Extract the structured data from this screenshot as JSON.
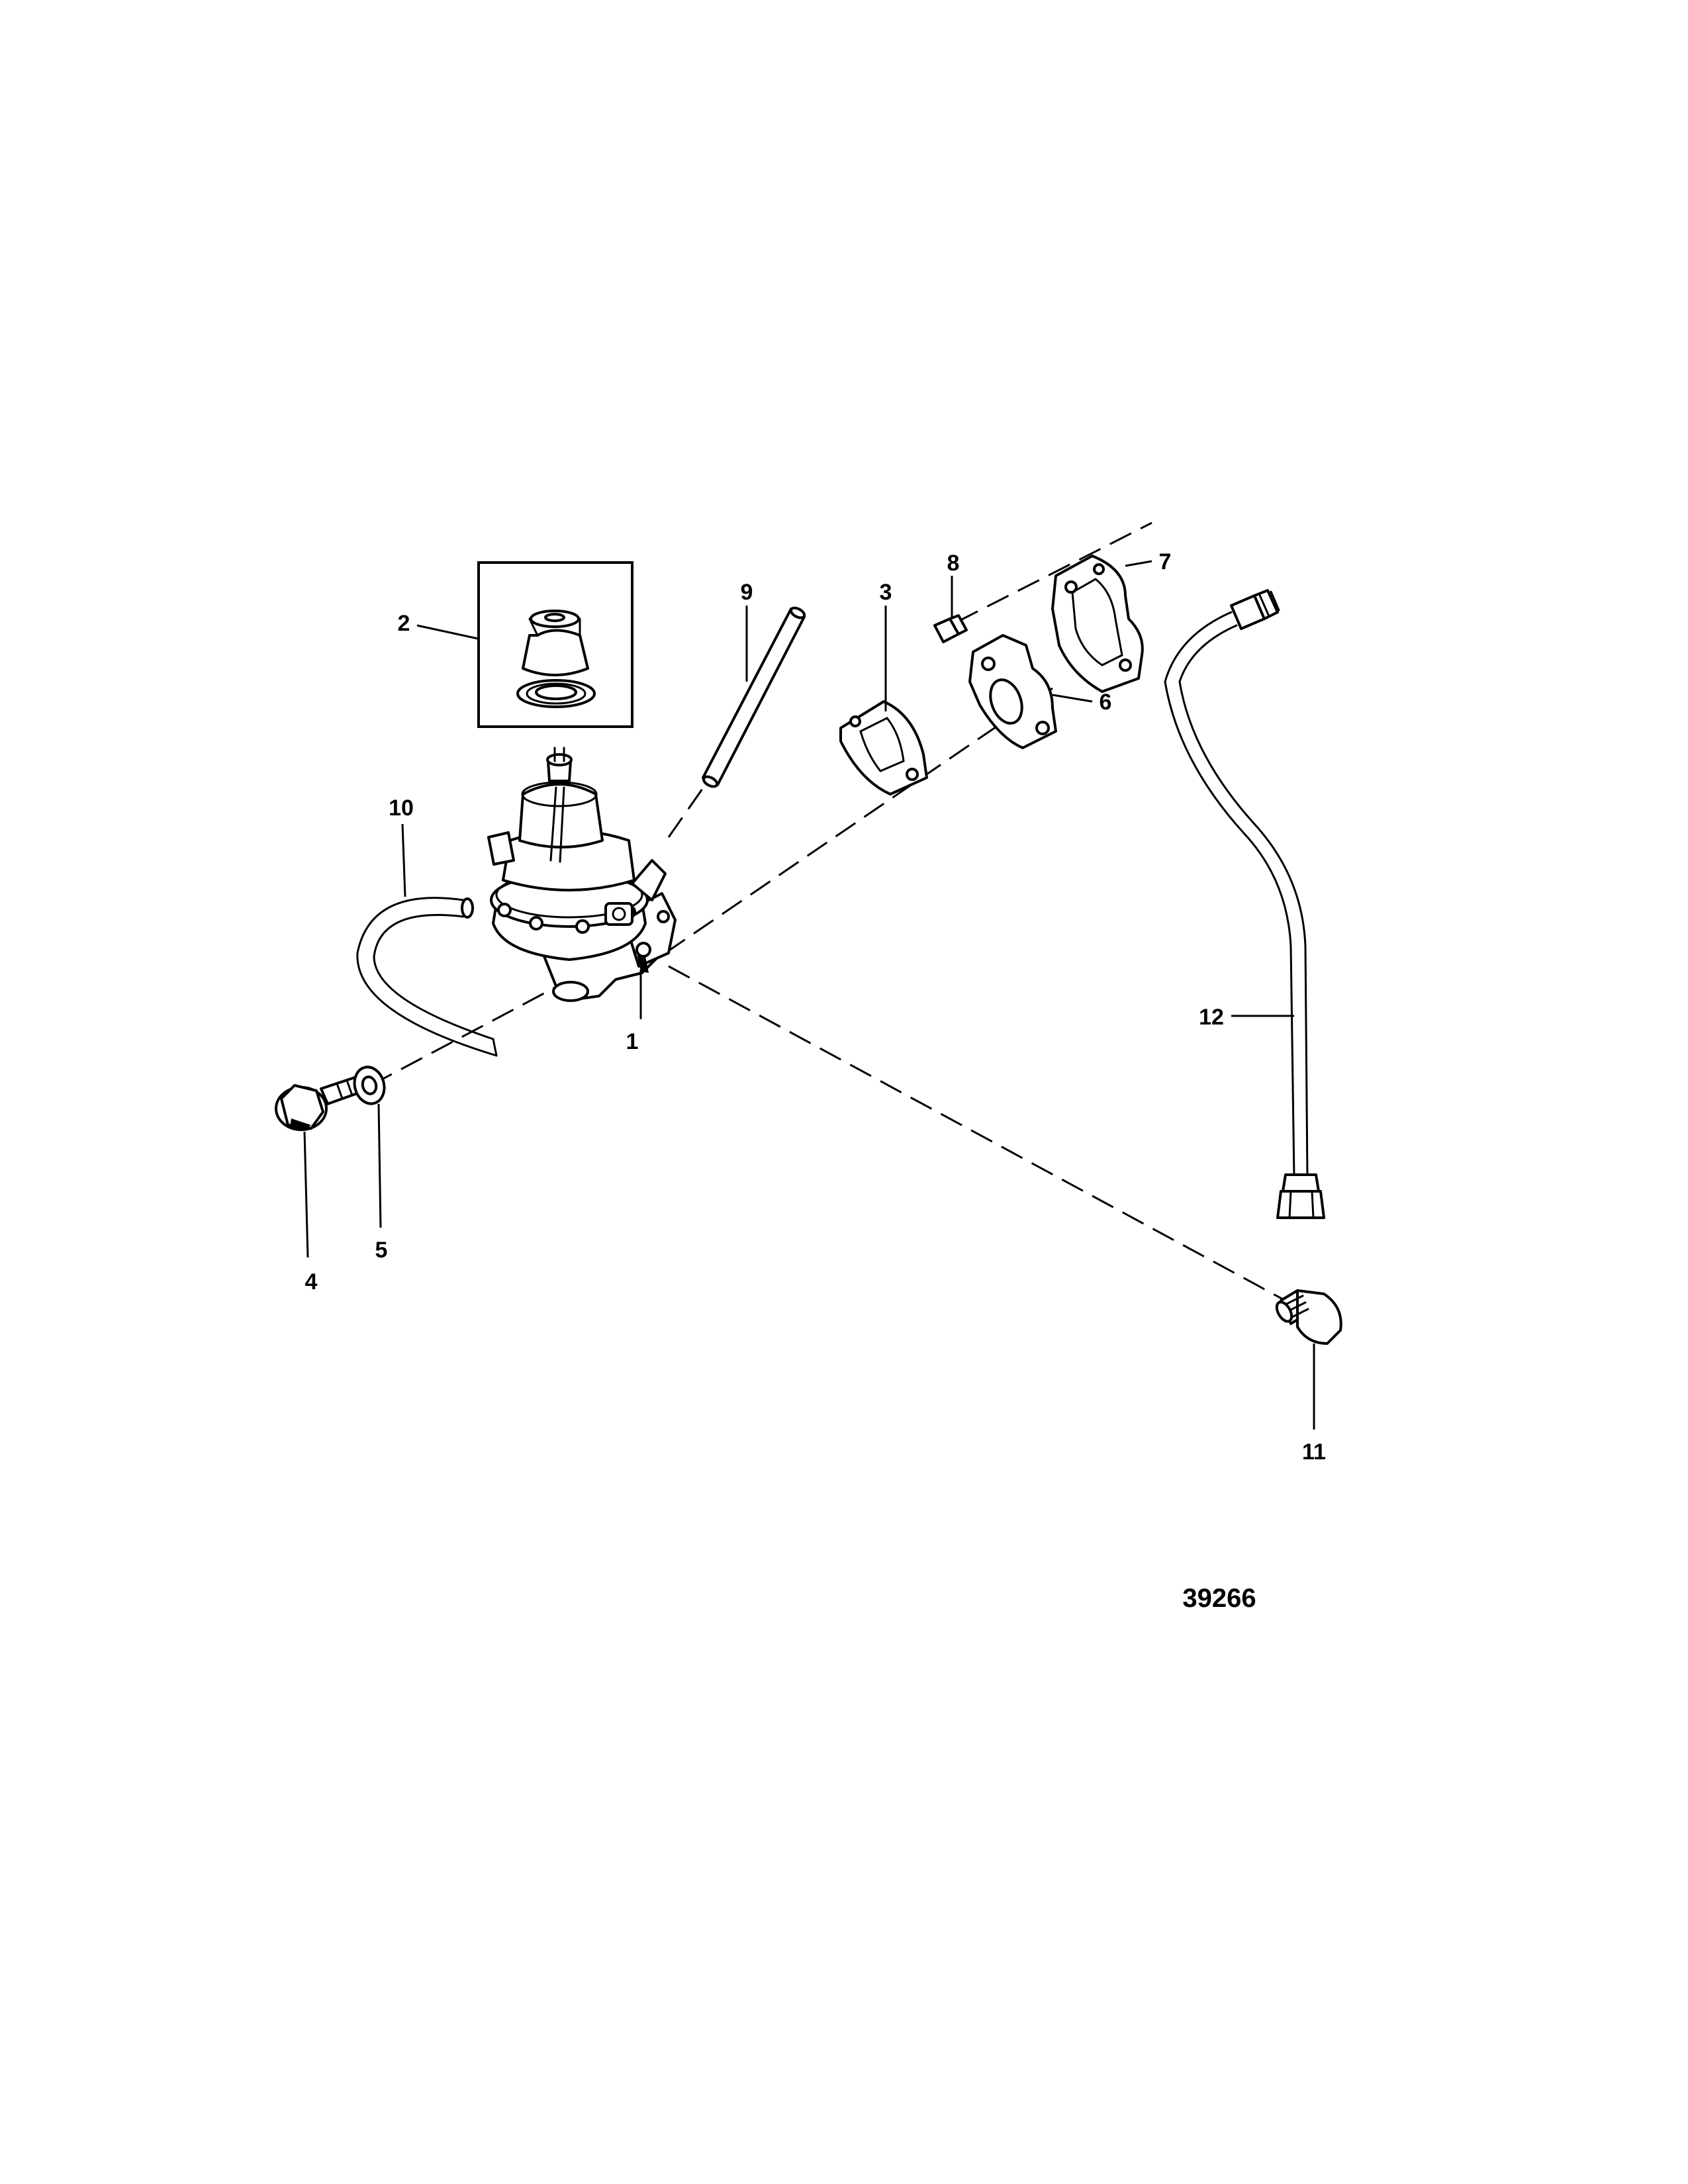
{
  "callouts": {
    "c1": "1",
    "c2": "2",
    "c3": "3",
    "c4": "4",
    "c5": "5",
    "c6": "6",
    "c7": "7",
    "c8": "8",
    "c9": "9",
    "c10": "10",
    "c11": "11",
    "c12": "12"
  },
  "figure_number": "39266"
}
